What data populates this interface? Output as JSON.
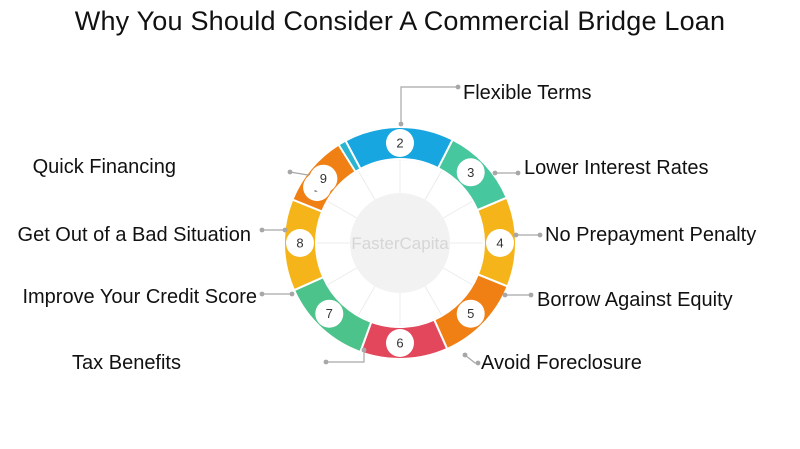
{
  "title": "Why You Should Consider A Commercial Bridge Loan",
  "watermark": "FasterCapita",
  "colors": {
    "cyan": "#29b5cf",
    "blue": "#17a6e0",
    "teal": "#46c79e",
    "yellow": "#f4b41a",
    "orange": "#f07f14",
    "red": "#e2475b",
    "green": "#4cc38a",
    "connector": "#a7a7a7"
  },
  "segments": [
    {
      "number": "1",
      "label": "Quick Financing",
      "color": "#29b5cf"
    },
    {
      "number": "2",
      "label": "Flexible Terms",
      "color": "#17a6e0"
    },
    {
      "number": "3",
      "label": "Lower Interest Rates",
      "color": "#46c79e"
    },
    {
      "number": "4",
      "label": "No Prepayment Penalty",
      "color": "#f4b41a"
    },
    {
      "number": "5",
      "label": "Borrow Against Equity",
      "color": "#f07f14"
    },
    {
      "number": "6",
      "label": "Avoid Foreclosure",
      "color": "#e2475b"
    },
    {
      "number": "7",
      "label": "Tax Benefits",
      "color": "#4cc38a"
    },
    {
      "number": "8",
      "label": "Improve Your Credit Score",
      "color": "#f4b41a"
    },
    {
      "number": "9",
      "label": "Get Out of a Bad Situation",
      "color": "#f07f14"
    }
  ]
}
